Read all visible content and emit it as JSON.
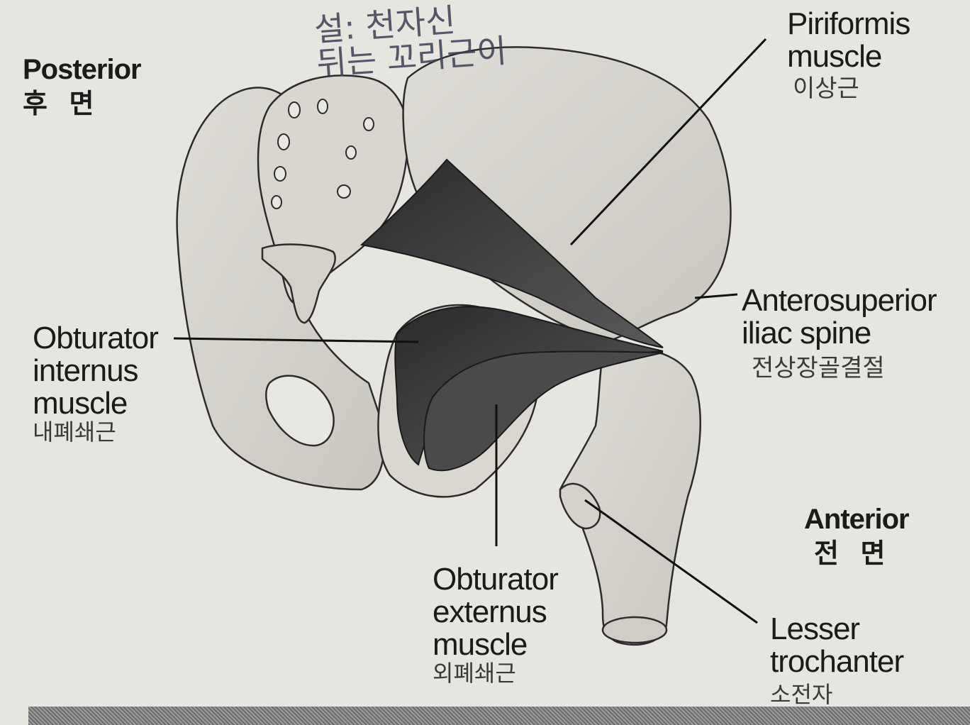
{
  "orientation": {
    "posterior": {
      "en": "Posterior",
      "ko": "후 면"
    },
    "anterior": {
      "en": "Anterior",
      "ko": "전 면"
    }
  },
  "labels": {
    "piriformis": {
      "en_line1": "Piriformis",
      "en_line2": "muscle",
      "ko": "이상근"
    },
    "anterosuperior": {
      "en_line1": "Anterosuperior",
      "en_line2": "iliac spine",
      "ko": "전상장골결절"
    },
    "obturator_internus": {
      "en_line1": "Obturator",
      "en_line2": "internus",
      "en_line3": "muscle",
      "ko": "내폐쇄근"
    },
    "obturator_externus": {
      "en_line1": "Obturator",
      "en_line2": "externus",
      "en_line3": "muscle",
      "ko": "외폐쇄근"
    },
    "lesser_trochanter": {
      "en_line1": "Lesser",
      "en_line2": "trochanter",
      "ko": "소전자"
    }
  },
  "handwritten_note": {
    "line1": "설: 천자신",
    "line2": "뒤는 꼬리근이"
  },
  "colors": {
    "paper": "#e6e5e0",
    "ink": "#1b1b1b",
    "muscle": "#3a3a3a",
    "bone": "#dcdcd6"
  }
}
